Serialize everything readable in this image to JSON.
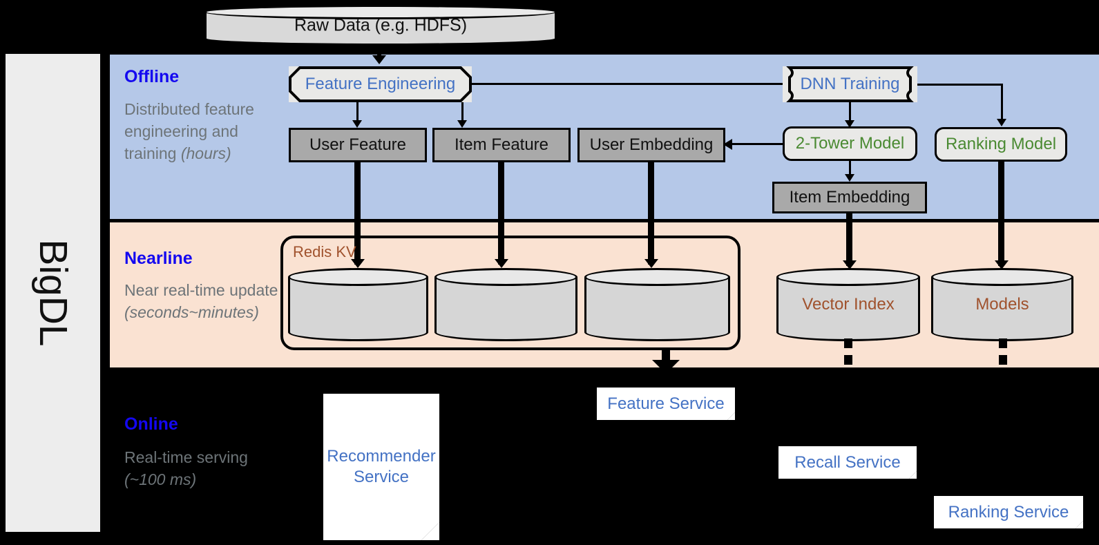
{
  "sidebar": {
    "label": "BigDL"
  },
  "bands": {
    "offline": {
      "title": "Offline",
      "description": "Distributed feature engineering and training ",
      "timing": "(hours)",
      "color": "#b5c8e8"
    },
    "nearline": {
      "title": "Nearline",
      "description": "Near real-time update ",
      "timing": "(seconds~minutes)",
      "color": "#fae2d2"
    },
    "online": {
      "title": "Online",
      "description": "Real-time serving ",
      "timing": "(~100 ms)",
      "color": "#000000"
    }
  },
  "nodes": {
    "raw_data": "Raw Data (e.g. HDFS)",
    "feature_engineering": "Feature Engineering",
    "dnn_training": "DNN Training",
    "user_feature": "User Feature",
    "item_feature": "Item Feature",
    "user_embedding": "User Embedding",
    "two_tower_model": "2-Tower Model",
    "ranking_model": "Ranking Model",
    "item_embedding": "Item Embedding",
    "redis_kv": "Redis KV",
    "kv_store_1": "",
    "kv_store_2": "",
    "kv_store_3": "",
    "vector_index": "Vector Index",
    "models": "Models",
    "feature_service": "Feature Service",
    "recommender_service": "Recommender Service",
    "recall_service": "Recall Service",
    "ranking_service": "Ranking Service"
  },
  "colors": {
    "title_blue": "#1408f0",
    "label_blue": "#4472c4",
    "label_green": "#4a8a32",
    "label_brown": "#a0522d",
    "gray_box": "#a9a9a9",
    "proc_box": "#e9e9e7",
    "sub_text": "#6d7478"
  }
}
